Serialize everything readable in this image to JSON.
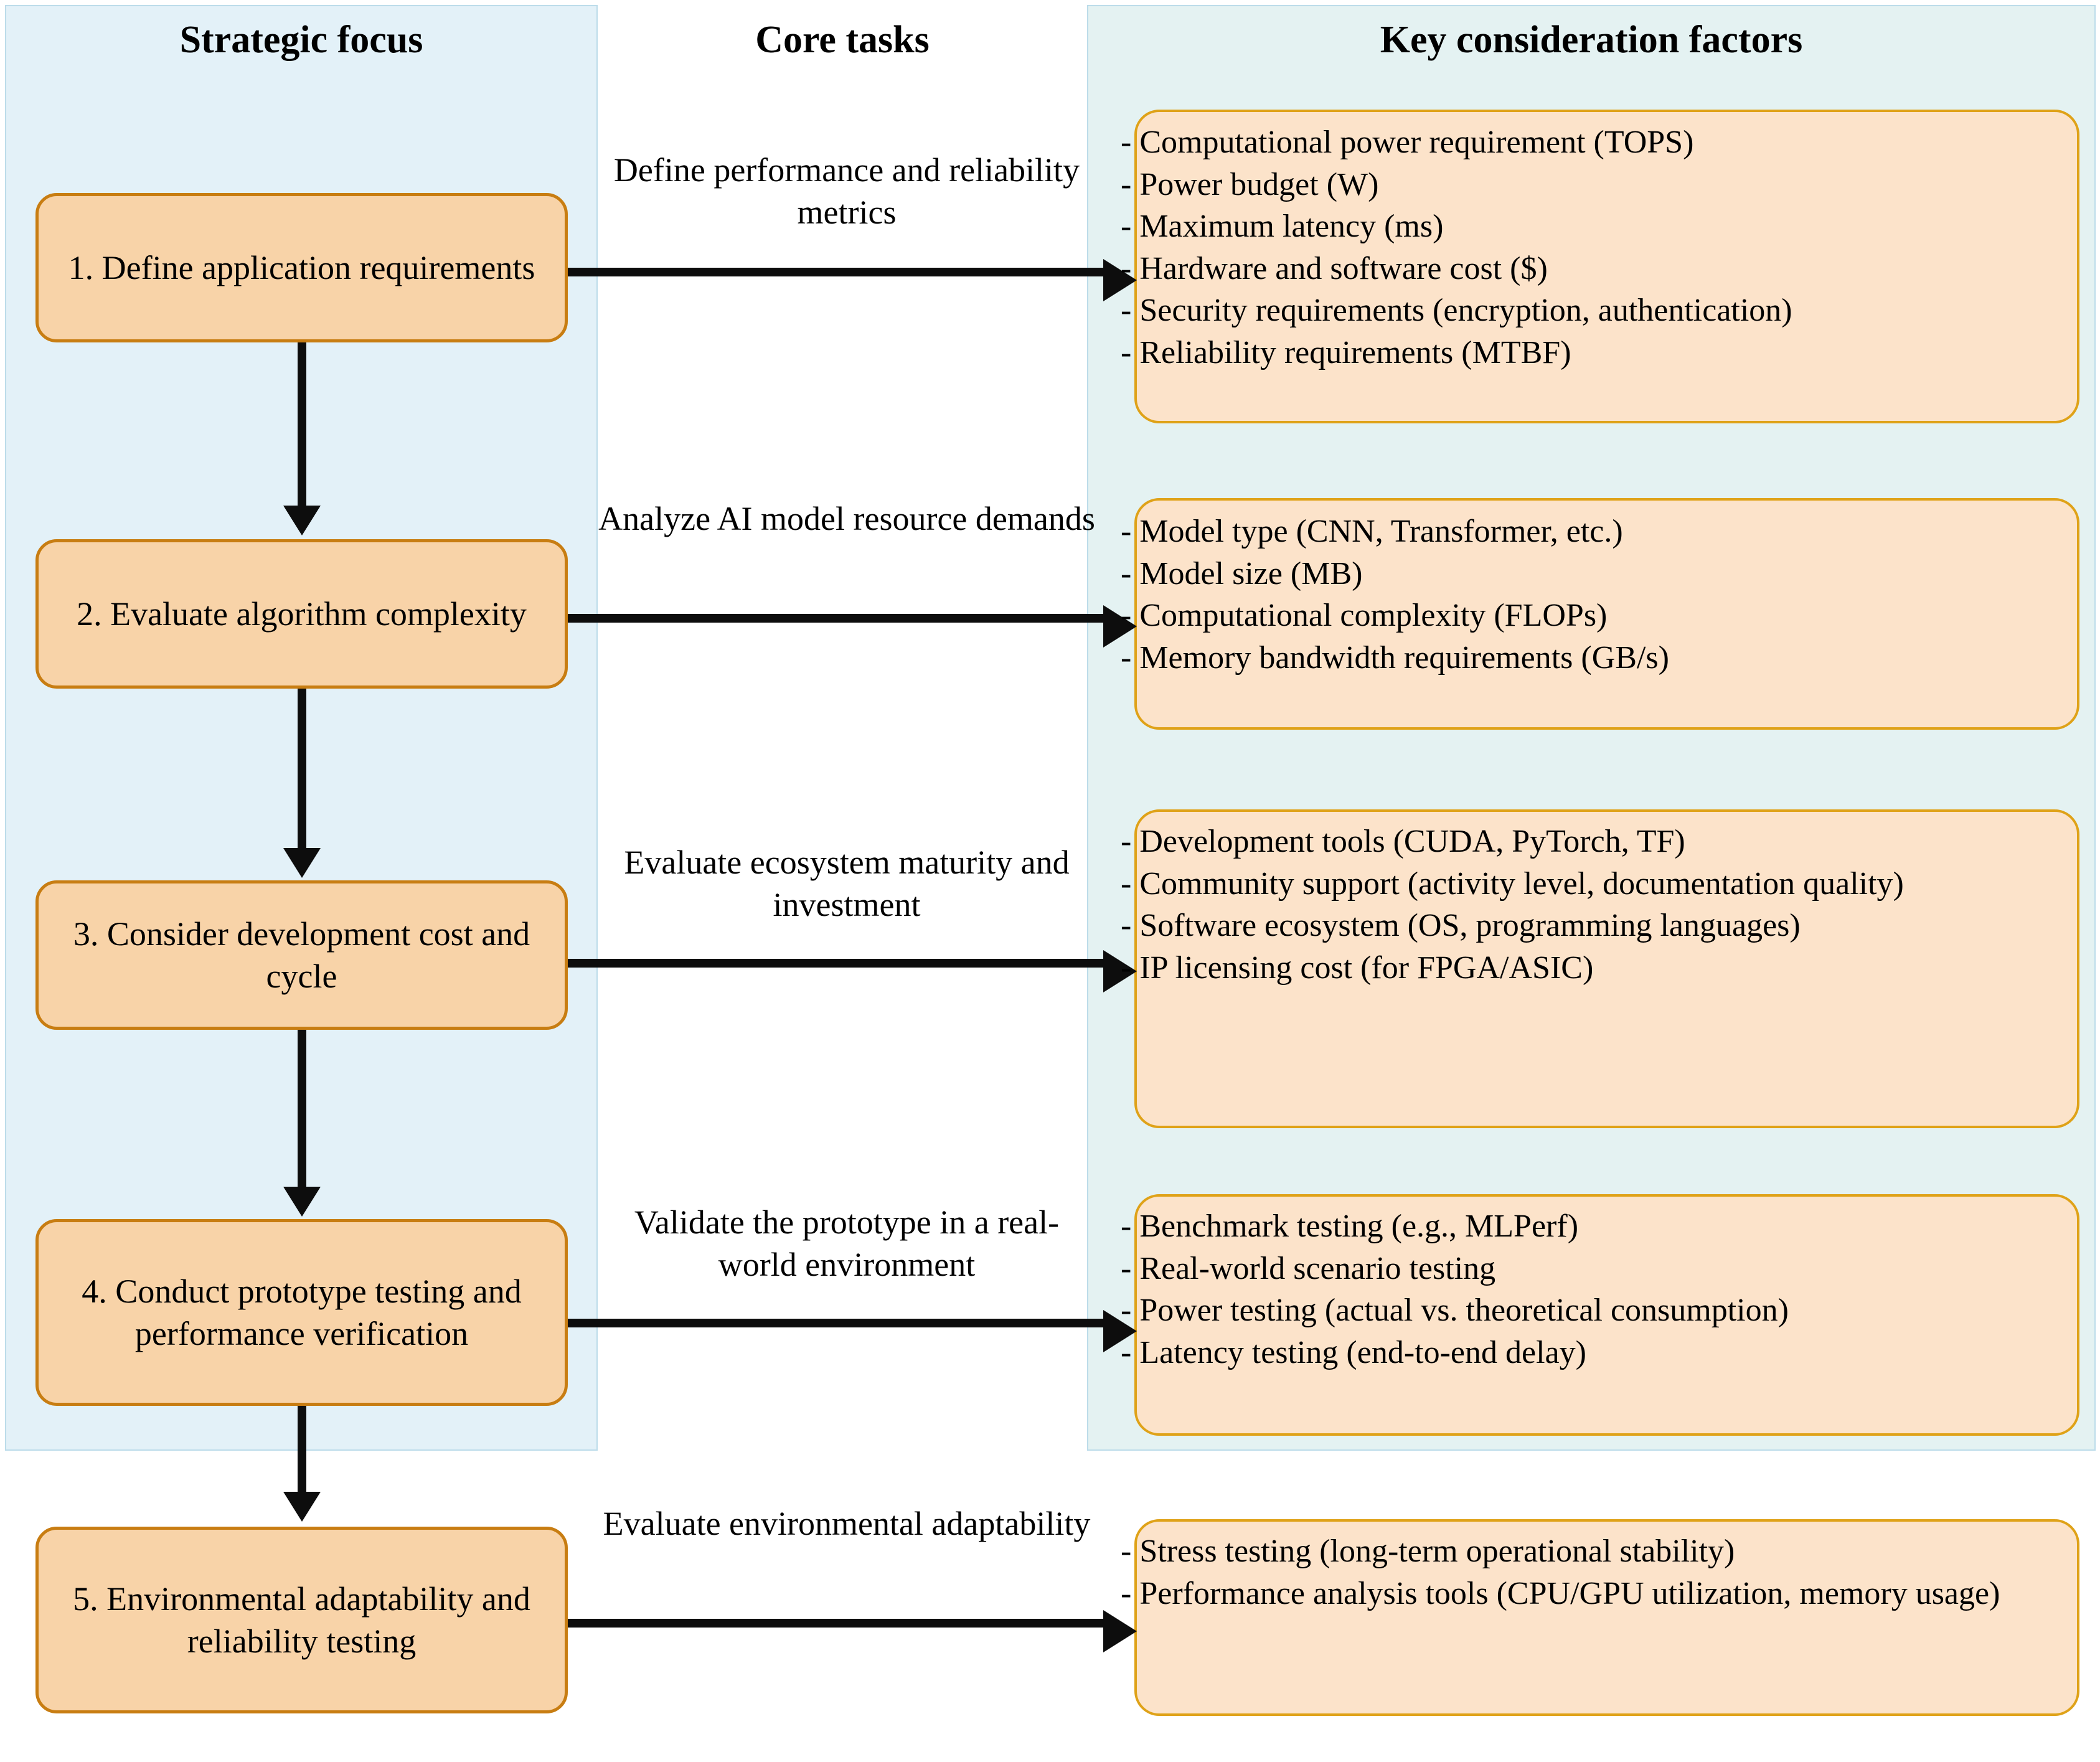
{
  "columns": {
    "strategic_focus_title": "Strategic focus",
    "core_tasks_title": "Core tasks",
    "key_factors_title": "Key consideration factors"
  },
  "colors": {
    "panel_strategic_bg": "#e3f1f8",
    "panel_key_bg": "#e4f2f2",
    "panel_border": "#bcdcea",
    "focus_box_bg": "#f8d3a8",
    "focus_box_border": "#c87d12",
    "factor_box_bg": "#fce3ca",
    "factor_box_border": "#dfa218",
    "arrow": "#0d0d0d",
    "text": "#000000"
  },
  "rows": [
    {
      "focus": "1. Define application requirements",
      "core_task": "Define performance and reliability metrics",
      "factors": [
        "- Computational power requirement (TOPS)",
        "- Power budget (W)",
        "- Maximum latency (ms)",
        "- Hardware and software cost ($)",
        "- Security requirements (encryption, authentication)",
        "- Reliability requirements (MTBF)"
      ]
    },
    {
      "focus": "2. Evaluate algorithm complexity",
      "core_task": "Analyze AI model resource demands",
      "factors": [
        "- Model type (CNN, Transformer, etc.)",
        "- Model size (MB)",
        "- Computational complexity (FLOPs)",
        "- Memory bandwidth requirements (GB/s)"
      ]
    },
    {
      "focus": "3. Consider development cost and cycle",
      "core_task": "Evaluate ecosystem maturity and investment",
      "factors": [
        "- Development tools (CUDA, PyTorch, TF)",
        "- Community support (activity level, documentation quality)",
        "- Software ecosystem (OS, programming languages)",
        "- IP licensing cost (for FPGA/ASIC)"
      ]
    },
    {
      "focus": "4. Conduct prototype testing and performance verification",
      "core_task": "Validate the prototype in a real-world environment",
      "factors": [
        "- Benchmark testing (e.g., MLPerf)",
        "- Real-world scenario testing",
        "- Power testing (actual vs. theoretical consumption)",
        "- Latency testing (end-to-end delay)"
      ]
    },
    {
      "focus": "5. Environmental adaptability and reliability testing",
      "core_task": "Evaluate environmental adaptability",
      "factors": [
        "- Stress testing (long-term operational stability)",
        "- Performance analysis tools (CPU/GPU utilization, memory usage)"
      ]
    }
  ]
}
